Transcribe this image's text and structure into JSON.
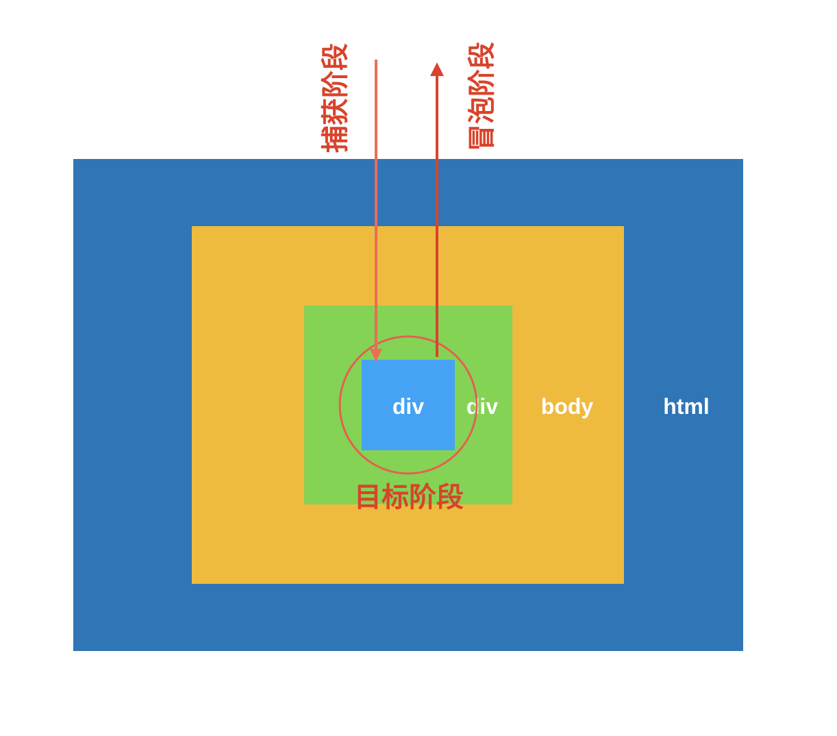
{
  "colors": {
    "html": "#3075b6",
    "body": "#eebb3f",
    "outer_div": "#84d355",
    "inner_div": "#45a2f5",
    "capture_arrow": "#ec6c57",
    "bubble_arrow": "#d9432b",
    "target_circle": "#e6604f",
    "phase_text": "#d9432b"
  },
  "layers": {
    "html": "html",
    "body": "body",
    "outer_div": "div",
    "inner_div": "div"
  },
  "phases": {
    "capture": "捕获阶段",
    "bubble": "冒泡阶段",
    "target": "目标阶段"
  }
}
